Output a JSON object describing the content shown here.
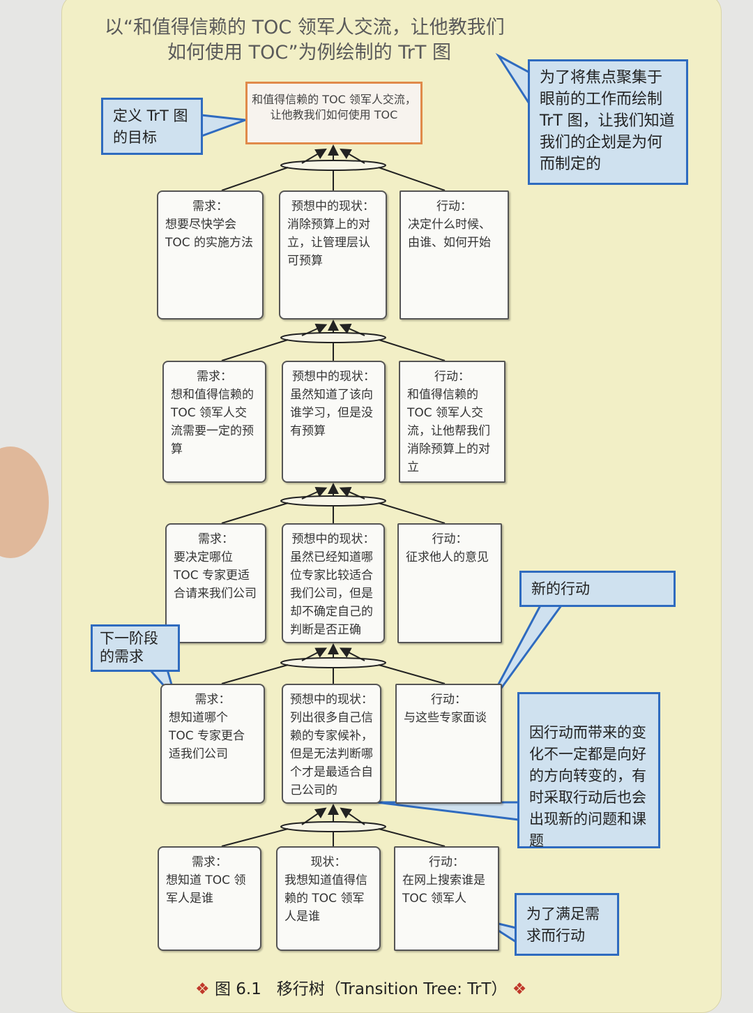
{
  "title": {
    "line1": "以“和值得信赖的 TOC 领军人交流，让他教我们",
    "line2": "如何使用 TOC”为例绘制的 TrT 图"
  },
  "goal": "和值得信赖的 TOC 领军人交流，让他教我们如何使用 TOC",
  "rows": [
    [
      {
        "head": "需求：",
        "body": "想要尽快学会 TOC 的实施方法"
      },
      {
        "head": "预想中的现状：",
        "body": "消除预算上的对立，让管理层认可预算"
      },
      {
        "head": "行动：",
        "body": "决定什么时候、由谁、如何开始"
      }
    ],
    [
      {
        "head": "需求：",
        "body": "想和值得信赖的 TOC 领军人交流需要一定的预算"
      },
      {
        "head": "预想中的现状：",
        "body": "虽然知道了该向谁学习，但是没有预算"
      },
      {
        "head": "行动：",
        "body": "和值得信赖的 TOC 领军人交流，让他帮我们消除预算上的对立"
      }
    ],
    [
      {
        "head": "需求：",
        "body": "要决定哪位 TOC 专家更适合请来我们公司"
      },
      {
        "head": "预想中的现状：",
        "body": "虽然已经知道哪位专家比较适合我们公司，但是却不确定自己的判断是否正确"
      },
      {
        "head": "行动：",
        "body": "征求他人的意见"
      }
    ],
    [
      {
        "head": "需求：",
        "body": "想知道哪个 TOC 专家更合适我们公司"
      },
      {
        "head": "预想中的现状：",
        "body": "列出很多自己信赖的专家候补，但是无法判断哪个才是最适合自己公司的"
      },
      {
        "head": "行动：",
        "body": "与这些专家面谈"
      }
    ],
    [
      {
        "head": "需求：",
        "body": "想知道 TOC 领军人是谁"
      },
      {
        "head": "现状：",
        "body": "我想知道值得信赖的 TOC 领军人是谁"
      },
      {
        "head": "行动：",
        "body": "在网上搜索谁是 TOC 领军人"
      }
    ]
  ],
  "callouts": {
    "define_goal": "定义 TrT 图的目标",
    "focus": "为了将焦点聚集于眼前的工作而绘制 TrT 图，让我们知道我们的企划是为何而制定的",
    "new_action": "新的行动",
    "next_need": "下一阶段的需求",
    "change": "因行动而带来的变化不一定都是向好的方向转变的，有时采取行动后也会出现新的问题和课题",
    "act_for_need": "为了满足需求而行动"
  },
  "caption": {
    "fig": "图 6.1",
    "text": "移行树（Transition Tree: TrT）",
    "ornament": "❖"
  },
  "colors": {
    "panel": "#f2efc6",
    "callout_border": "#2f6bbf",
    "callout_fill": "#cfe1ef",
    "goal_border": "#e08a4a"
  }
}
